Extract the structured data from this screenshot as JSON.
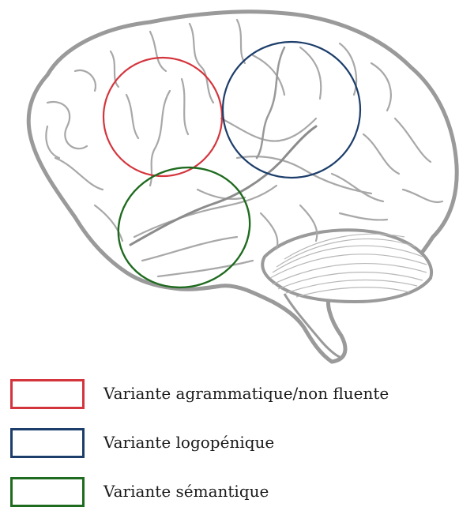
{
  "regions": [
    {
      "id": "agrammatic",
      "color": "#d4343c"
    },
    {
      "id": "logopenic",
      "color": "#1d3e6b"
    },
    {
      "id": "semantic",
      "color": "#1f6b1f"
    }
  ],
  "legend": {
    "items": [
      {
        "label": "Variante agrammatique/non fluente",
        "color": "#d4343c"
      },
      {
        "label": "Variante logopénique",
        "color": "#1d3e6b"
      },
      {
        "label": "Variante sémantique",
        "color": "#1f6b1f"
      }
    ]
  }
}
